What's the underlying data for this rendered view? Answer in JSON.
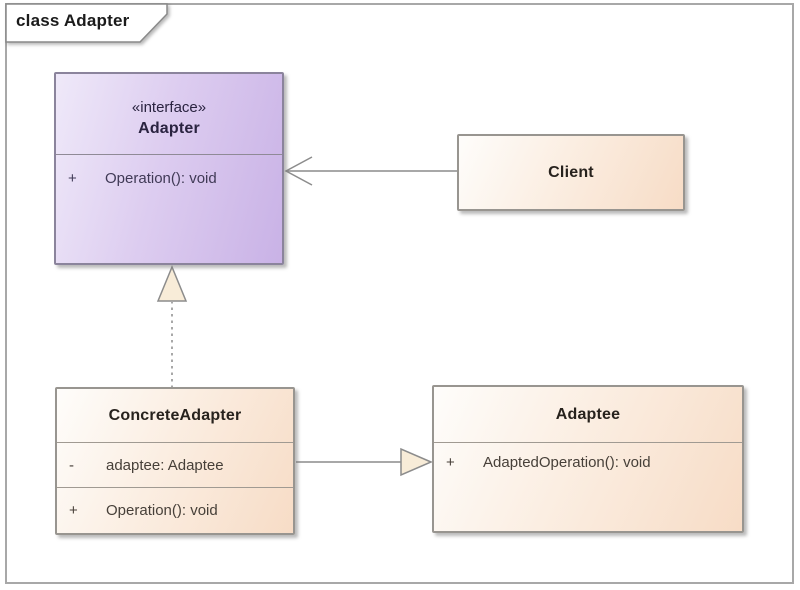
{
  "frame": {
    "label": "class Adapter",
    "kind": "UML class diagram frame"
  },
  "classes": {
    "adapter": {
      "stereotype": "«interface»",
      "name": "Adapter",
      "operations": [
        {
          "visibility": "+",
          "signature": "Operation(): void"
        }
      ]
    },
    "client": {
      "name": "Client"
    },
    "concrete_adapter": {
      "name": "ConcreteAdapter",
      "attributes": [
        {
          "visibility": "-",
          "signature": "adaptee: Adaptee"
        }
      ],
      "operations": [
        {
          "visibility": "+",
          "signature": "Operation(): void"
        }
      ]
    },
    "adaptee": {
      "name": "Adaptee",
      "operations": [
        {
          "visibility": "+",
          "signature": "AdaptedOperation(): void"
        }
      ]
    }
  },
  "relationships": [
    {
      "from": "Client",
      "to": "Adapter",
      "type": "association",
      "line": "solid",
      "head": "open-arrow"
    },
    {
      "from": "ConcreteAdapter",
      "to": "Adapter",
      "type": "realization",
      "line": "dashed",
      "head": "hollow-triangle"
    },
    {
      "from": "ConcreteAdapter",
      "to": "Adaptee",
      "type": "generalization",
      "line": "solid",
      "head": "hollow-triangle"
    }
  ],
  "colors": {
    "interface_fill_light": "#efe9f9",
    "interface_fill_dark": "#c9b2e6",
    "class_fill_light": "#fefdfb",
    "class_fill_dark": "#f7dcc6",
    "connector_gray": "#8c8c8c",
    "triangle_fill": "#f8ecd8",
    "frame_border": "#a8a8a8"
  }
}
